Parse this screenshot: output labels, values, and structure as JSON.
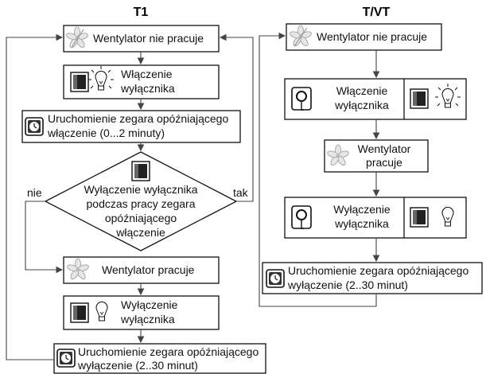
{
  "titles": {
    "left": "T1",
    "right": "T/VT"
  },
  "t1": {
    "fan_off": "Wentylator nie pracuje",
    "switch_on_1": "Włączenie",
    "switch_on_2": "wyłącznika",
    "timer_on_1": "Uruchomienie zegara opóźniającego",
    "timer_on_2": "włączenie (0...2 minuty)",
    "decision_1": "Wyłączenie wyłącznika",
    "decision_2": "podczas pracy zegara",
    "decision_3": "opóźniającego",
    "decision_4": "włączenie",
    "no_label": "nie",
    "yes_label": "tak",
    "fan_on": "Wentylator pracuje",
    "switch_off_1": "Wyłączenie",
    "switch_off_2": "wyłącznika",
    "timer_off_1": "Uruchomienie zegara opóźniającego",
    "timer_off_2": "wyłączenie (2..30 minut)"
  },
  "tvt": {
    "fan_off": "Wentylator nie pracuje",
    "switch_on_1": "Włączenie",
    "switch_on_2": "wyłącznika",
    "fan_on_1": "Wentylator",
    "fan_on_2": "pracuje",
    "switch_off_1": "Wyłączenie",
    "switch_off_2": "wyłącznika",
    "timer_off_1": "Uruchomienie zegara opóźniającego",
    "timer_off_2": "wyłączenie (2..30 minut)"
  }
}
